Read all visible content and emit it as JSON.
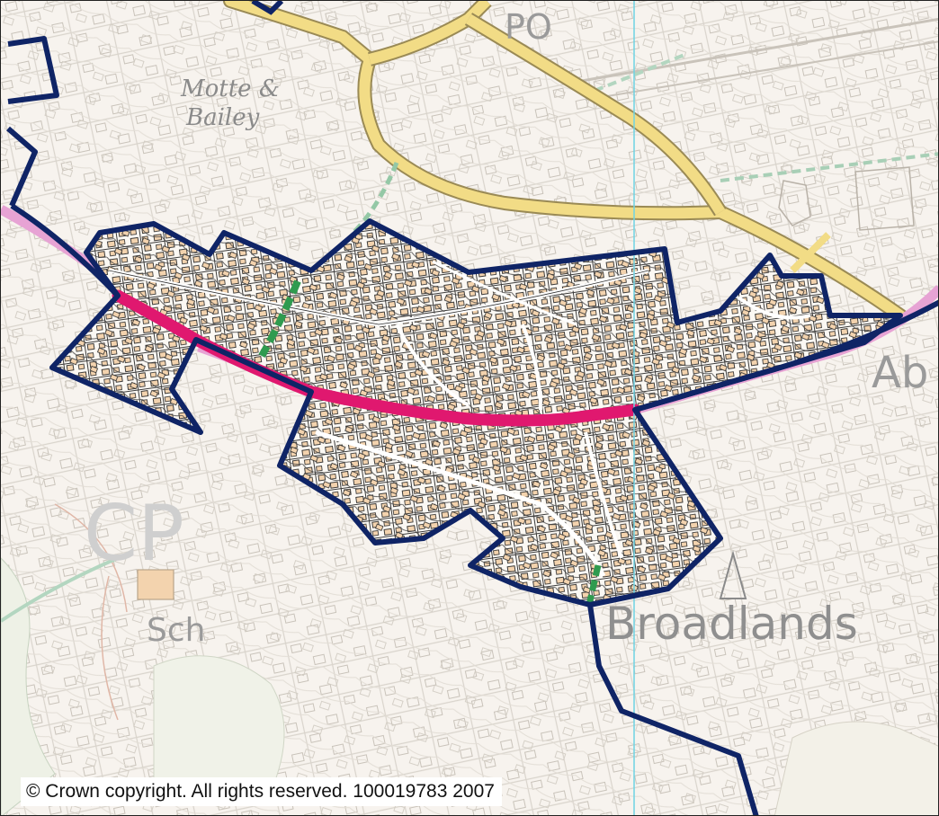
{
  "map": {
    "labels": {
      "po": "PO",
      "motte_line1": "Motte &",
      "motte_line2": "Bailey",
      "ab": "Ab",
      "cp": "CP",
      "sch": "Sch",
      "broadlands": "Broadlands"
    },
    "copyright": "© Crown copyright. All rights reserved. 100019783 2007",
    "colors": {
      "background": "#f7f3ee",
      "boundary": "#0f2466",
      "main_road": "#f2dc86",
      "highlight_road": "#e0186f",
      "pink_road": "#e7a3d4",
      "footpath": "#2f9b4f",
      "building": "#f3d3ae",
      "grid_line": "#6fd3e3"
    }
  }
}
